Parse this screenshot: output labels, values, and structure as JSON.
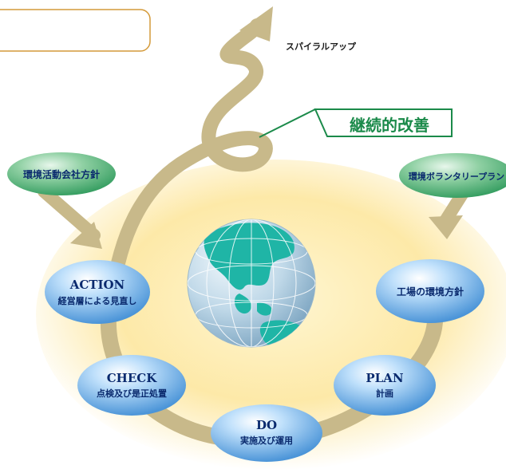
{
  "header_box": {
    "text": ""
  },
  "spiral_label": "スパイラルアップ",
  "improvement_label": "継続的改善",
  "inputs": {
    "left": "環境活動会社方針",
    "right": "環境ボランタリープラン"
  },
  "cycle": {
    "action": {
      "title": "ACTION",
      "subtitle": "経営層による見直し"
    },
    "check": {
      "title": "CHECK",
      "subtitle": "点検及び是正処置"
    },
    "do": {
      "title": "DO",
      "subtitle": "実施及び運用"
    },
    "plan": {
      "title": "PLAN",
      "subtitle": "計画"
    },
    "policy": {
      "subtitle": "工場の環境方針"
    }
  },
  "colors": {
    "path": "#c8b98a",
    "green_dark": "#1b8a4a",
    "green_light": "#6cc08a",
    "blue_bubble": "#6fb0e6",
    "navy_text": "#0a2a6e",
    "glow": "#fde9a8",
    "header_border": "#d49a3a"
  },
  "icons": {
    "globe": "globe-icon"
  }
}
